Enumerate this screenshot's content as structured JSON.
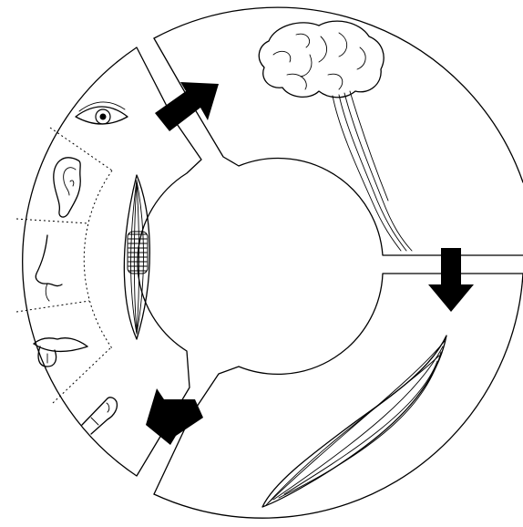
{
  "diagram": {
    "type": "sensory-motor cycle",
    "stages": [
      {
        "id": "sensory-receptors",
        "icons": [
          "eye-icon",
          "ear-icon",
          "nose-icon",
          "tongue-icon",
          "finger-icon"
        ],
        "inner": "muscle-spindle-icon"
      },
      {
        "id": "brain",
        "icons": [
          "brain-icon",
          "nerve-fibers-icon"
        ]
      },
      {
        "id": "muscle",
        "icons": [
          "muscle-icon"
        ]
      }
    ],
    "arrows": [
      {
        "id": "arrow-receptors-to-brain",
        "direction": "clockwise"
      },
      {
        "id": "arrow-brain-to-muscle",
        "direction": "clockwise"
      },
      {
        "id": "arrow-muscle-to-receptors",
        "direction": "clockwise"
      }
    ],
    "colors": {
      "line": "#000000",
      "background": "#ffffff"
    }
  }
}
